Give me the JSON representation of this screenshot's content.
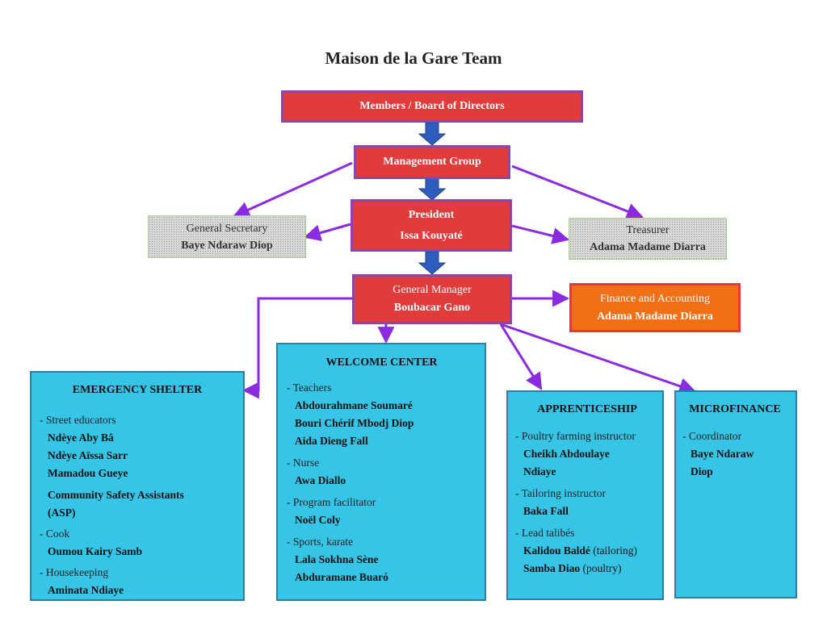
{
  "title": "Maison de la Gare Team",
  "nodes": {
    "board": {
      "label": "Members / Board of Directors"
    },
    "management": {
      "label": "Management Group"
    },
    "president": {
      "role": "President",
      "name": "Issa Kouyaté"
    },
    "secretary": {
      "role": "General Secretary",
      "name": "Baye Ndaraw Diop"
    },
    "treasurer": {
      "role": "Treasurer",
      "name": "Adama Madame Diarra"
    },
    "gm": {
      "role": "General Manager",
      "name": "Boubacar Gano"
    },
    "finance": {
      "role": "Finance and Accounting",
      "name": "Adama Madame Diarra"
    }
  },
  "departments": {
    "shelter": {
      "title": "EMERGENCY SHELTER",
      "groups": [
        {
          "role": "- Street educators",
          "names": [
            "Ndèye Aby Bâ",
            "Ndèye Aïssa Sarr",
            "Mamadou Gueye"
          ]
        },
        {
          "role": "",
          "names": [
            "Community Safety Assistants",
            "(ASP)"
          ]
        },
        {
          "role": "- Cook",
          "names": [
            "Oumou Kairy Samb"
          ]
        },
        {
          "role": "- Housekeeping",
          "names": [
            "Aminata Ndiaye"
          ]
        }
      ]
    },
    "welcome": {
      "title": "WELCOME CENTER",
      "groups": [
        {
          "role": "- Teachers",
          "names": [
            "Abdourahmane Soumaré",
            "Bouri Chérif Mbodj Diop",
            "Aida Dieng Fall"
          ]
        },
        {
          "role": "- Nurse",
          "names": [
            "Awa Diallo"
          ]
        },
        {
          "role": "- Program facilitator",
          "names": [
            "Noël Coly"
          ]
        },
        {
          "role": "- Sports, karate",
          "names": [
            "Lala Sokhna Sène",
            "Abduramane Buaró"
          ]
        }
      ]
    },
    "apprenticeship": {
      "title": "APPRENTICESHIP",
      "groups": [
        {
          "role": "- Poultry farming instructor",
          "names": [
            "Cheikh Abdoulaye",
            "Ndiaye"
          ]
        },
        {
          "role": "- Tailoring instructor",
          "names": [
            "Baka Fall"
          ]
        },
        {
          "role": "- Lead talibés",
          "names": [
            "Kalidou Baldé",
            "Samba Diao"
          ],
          "notes": [
            " (tailoring)",
            " (poultry)"
          ]
        }
      ]
    },
    "microfinance": {
      "title": "MICROFINANCE",
      "groups": [
        {
          "role": "- Coordinator",
          "names": [
            "Baye Ndaraw",
            "Diop"
          ]
        }
      ]
    }
  },
  "colors": {
    "header_box": "#e23b3c",
    "header_border": "#8e44ad",
    "department_box": "#36c5e6",
    "finance_box": "#f26f16",
    "arrow_down": "#2f5dbf",
    "arrow_purple": "#8a2be2"
  }
}
